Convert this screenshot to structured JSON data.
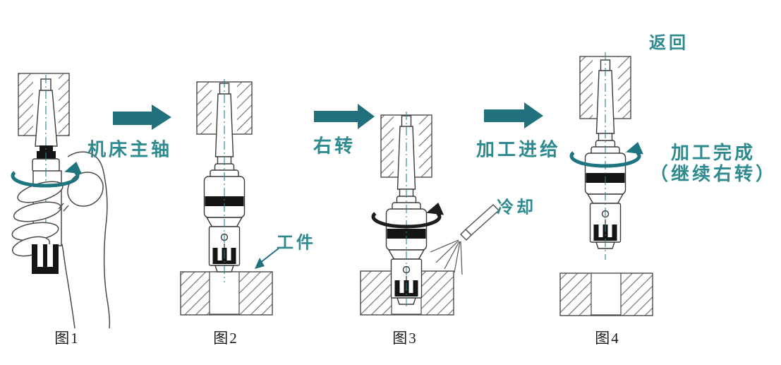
{
  "figure": {
    "background": "#ffffff",
    "accent_teal": "#21707d",
    "text_teal": "#2e8a8e",
    "steps": [
      {
        "id": 1,
        "caption": "图1"
      },
      {
        "id": 2,
        "caption": "图2"
      },
      {
        "id": 3,
        "caption": "图3"
      },
      {
        "id": 4,
        "caption": "图4"
      }
    ],
    "transitions": [
      {
        "label": "机床主轴"
      },
      {
        "label": "右转"
      },
      {
        "label": "加工进给"
      }
    ],
    "annotations": {
      "workpiece": "工件",
      "coolant": "冷却",
      "return_label": "返回",
      "complete_line1": "加工完成",
      "complete_line2": "（继续右转）"
    }
  }
}
